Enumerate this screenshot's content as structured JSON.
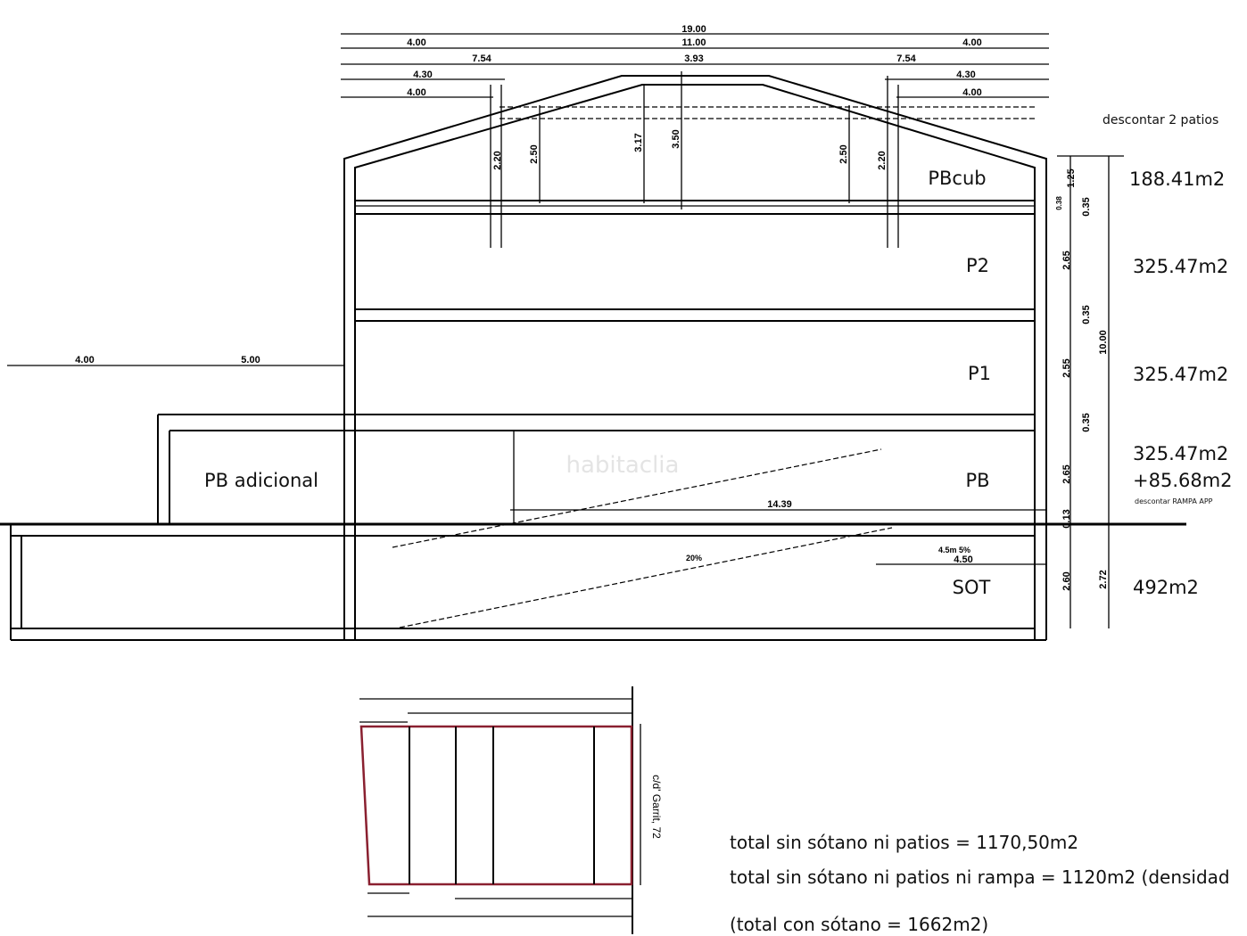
{
  "top_dimensions": {
    "row1": [
      "19.00"
    ],
    "row2": [
      "4.00",
      "11.00",
      "4.00"
    ],
    "row3": [
      "7.54",
      "3.93",
      "7.54"
    ],
    "row4": [
      "4.30",
      "4.30"
    ],
    "row5": [
      "4.00",
      "4.00"
    ]
  },
  "roof_heights": [
    "2.20",
    "2.50",
    "3.17",
    "3.50",
    "2.50",
    "2.20"
  ],
  "left_dimensions": [
    "4.00",
    "5.00"
  ],
  "floors": {
    "pbcub": "PBcub",
    "p2": "P2",
    "p1": "P1",
    "pb": "PB",
    "pb_adicional": "PB adicional",
    "sot": "SOT"
  },
  "vertical_dimensions": [
    "1.25",
    "0.38",
    "0.35",
    "2.65",
    "0.35",
    "2.55",
    "0.35",
    "2.65",
    "0.13",
    "2.60",
    "10.00",
    "2.72"
  ],
  "ramp": {
    "length": "14.39",
    "slope": "20%",
    "flat": "4.5m 5%",
    "flat_dim": "4.50"
  },
  "areas": {
    "note_top": "descontar 2 patios",
    "pbcub": "188.41m2",
    "p2": "325.47m2",
    "p1": "325.47m2",
    "pb": "325.47m2",
    "pb_extra": "+85.68m2",
    "note_pb": "descontar RAMPA APP",
    "sot": "492m2"
  },
  "plan": {
    "street": "c/d' Garrit, 72"
  },
  "totals": [
    "total sin sótano ni patios = 1170,50m2",
    "total sin sótano ni patios ni rampa = 1120m2 (densidad",
    "(total con sótano = 1662m2)"
  ],
  "watermark": "habitaclia"
}
